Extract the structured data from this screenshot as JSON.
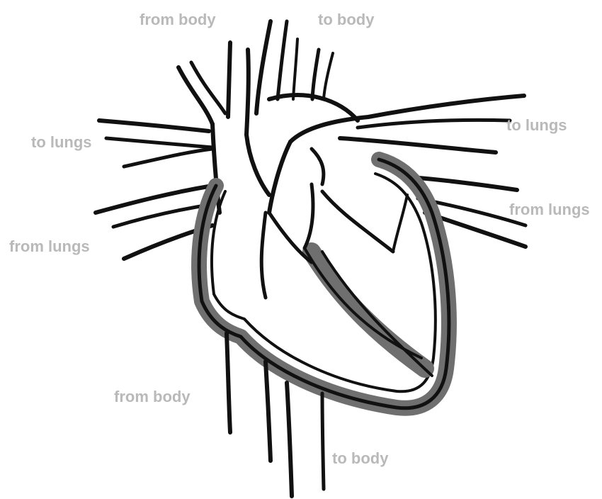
{
  "diagram": {
    "label_color": "#b9b9b9",
    "outline_color": "#111111",
    "wall_color": "#6f6f6f",
    "labels": {
      "top_left_from_body": "from body",
      "top_right_to_body": "to body",
      "left_to_lungs": "to lungs",
      "right_to_lungs": "to lungs",
      "left_from_lungs": "from lungs",
      "right_from_lungs": "from lungs",
      "bottom_left_from_body": "from body",
      "bottom_right_to_body": "to body"
    }
  }
}
